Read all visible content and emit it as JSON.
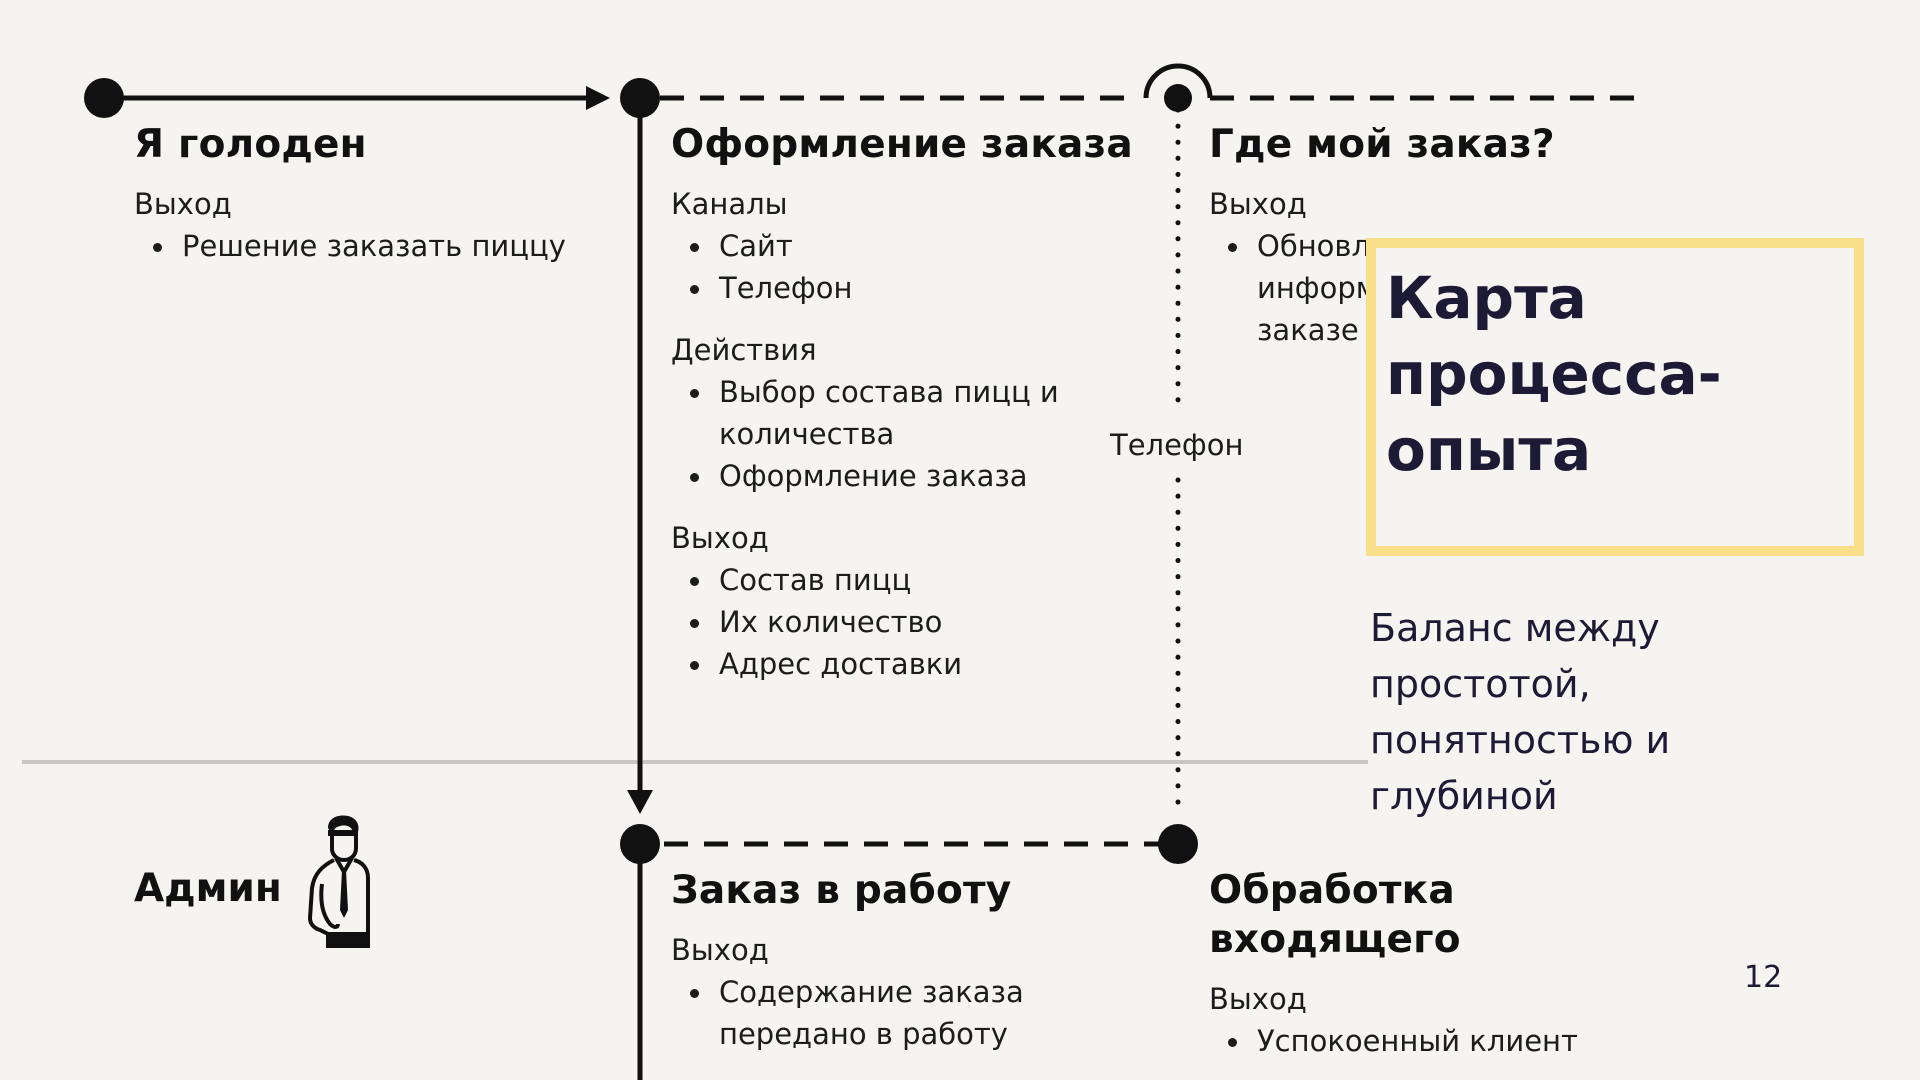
{
  "steps": {
    "hungry": {
      "title": "Я голоден",
      "output_label": "Выход",
      "output_items": [
        "Решение заказать пиццу"
      ]
    },
    "ordering": {
      "title": "Оформление заказа",
      "channels_label": "Каналы",
      "channels": [
        "Сайт",
        "Телефон"
      ],
      "actions_label": "Действия",
      "actions": [
        "Выбор состава пицц и количества",
        "Оформление заказа"
      ],
      "output_label": "Выход",
      "output_items": [
        "Состав пицц",
        "Их количество",
        "Адрес доставки"
      ]
    },
    "where_order": {
      "title": "Где мой заказ?",
      "output_label": "Выход",
      "output_items": [
        "Обновление информации о заказе"
      ]
    },
    "to_work": {
      "title": "Заказ в работу",
      "output_label": "Выход",
      "output_items": [
        "Содержание заказа передано в работу"
      ]
    },
    "processing": {
      "title": "Обработка входящего",
      "output_label": "Выход",
      "output_items": [
        "Успокоенный клиент"
      ]
    }
  },
  "connector_label": "Телефон",
  "role": {
    "label": "Админ",
    "icon": "businessman-icon"
  },
  "callout": {
    "title": "Карта процесса-опыта",
    "description": "Баланс между простотой, понятностью и глубиной"
  },
  "page_number": "12",
  "colors": {
    "background": "#f5f4f1",
    "line": "#111111",
    "lane_divider": "#c8c7c3",
    "callout_border": "#fadf8a",
    "callout_text": "#1d1a36"
  }
}
